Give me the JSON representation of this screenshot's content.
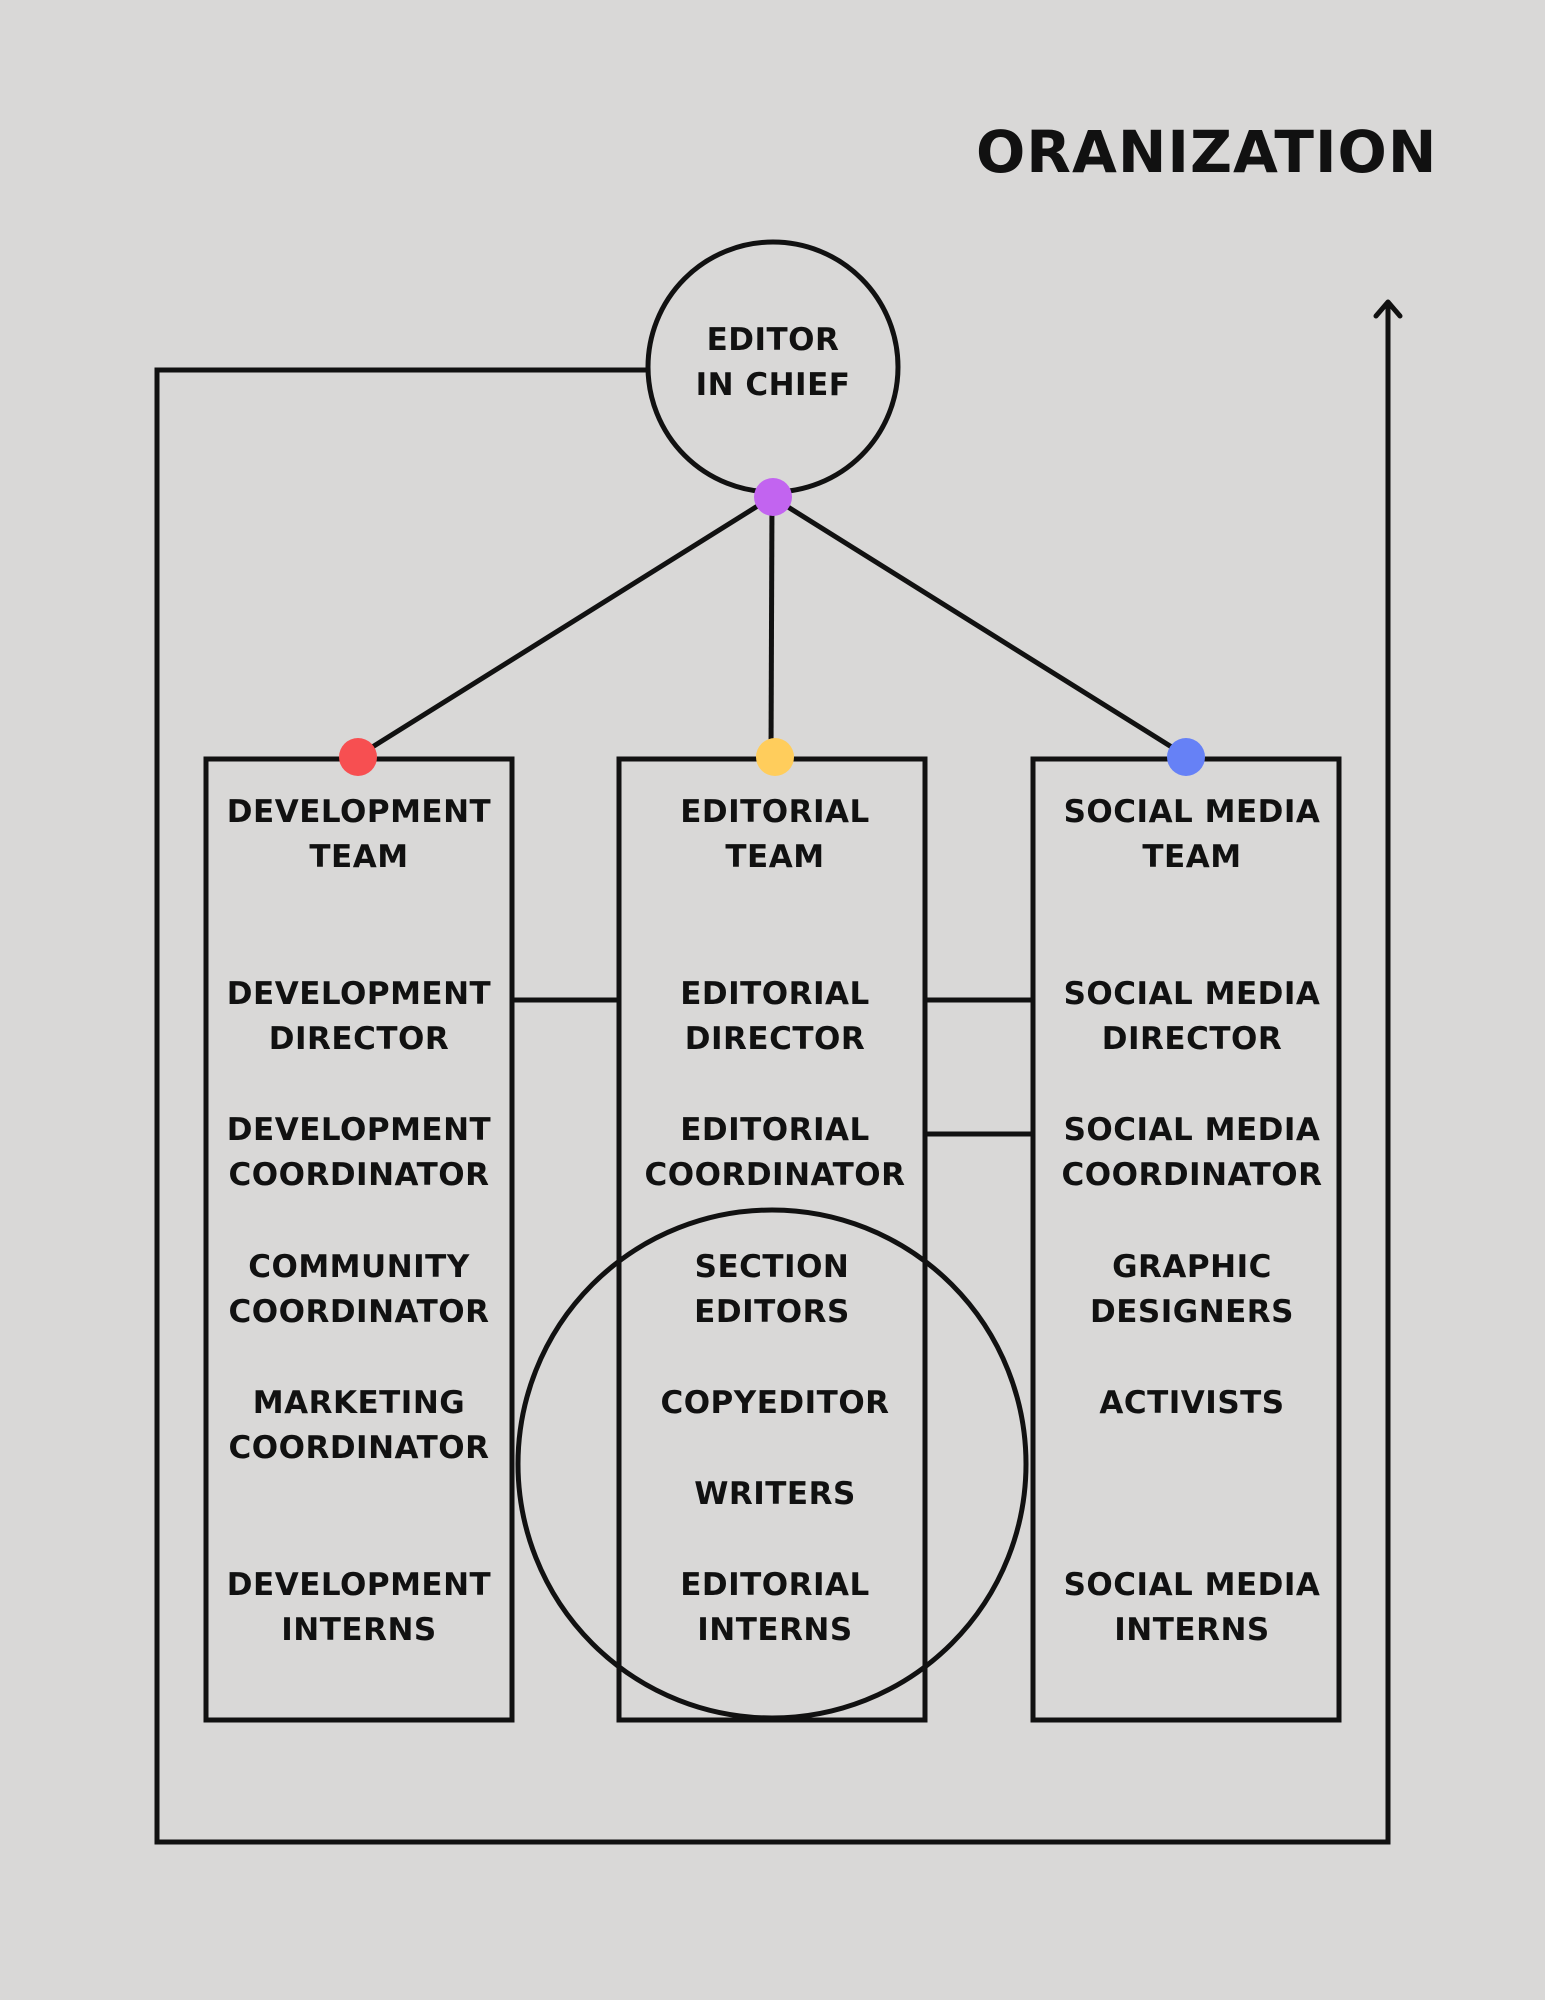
{
  "title": "ORANIZATION",
  "colors": {
    "background": "#d9d8d7",
    "line": "#111111",
    "dot_top": "#c264f0",
    "dot_left": "#f74f51",
    "dot_middle": "#ffcd5c",
    "dot_right": "#6681f6"
  },
  "chief": {
    "label": "EDITOR\nIN CHIEF"
  },
  "teams": [
    {
      "header": "DEVELOPMENT\nTEAM",
      "roles": [
        "DEVELOPMENT\nDIRECTOR",
        "DEVELOPMENT\nCOORDINATOR",
        "COMMUNITY\nCOORDINATOR",
        "MARKETING\nCOORDINATOR",
        "DEVELOPMENT\nINTERNS"
      ]
    },
    {
      "header": "EDITORIAL\nTEAM",
      "roles": [
        "EDITORIAL\nDIRECTOR",
        "EDITORIAL\nCOORDINATOR",
        "SECTION\nEDITORS",
        "COPYEDITOR",
        "WRITERS",
        "EDITORIAL\nINTERNS"
      ]
    },
    {
      "header": "SOCIAL MEDIA\nTEAM",
      "roles": [
        "SOCIAL MEDIA\nDIRECTOR",
        "SOCIAL MEDIA\nCOORDINATOR",
        "GRAPHIC\nDESIGNERS",
        "ACTIVISTS",
        "SOCIAL MEDIA\nINTERNS"
      ]
    }
  ]
}
